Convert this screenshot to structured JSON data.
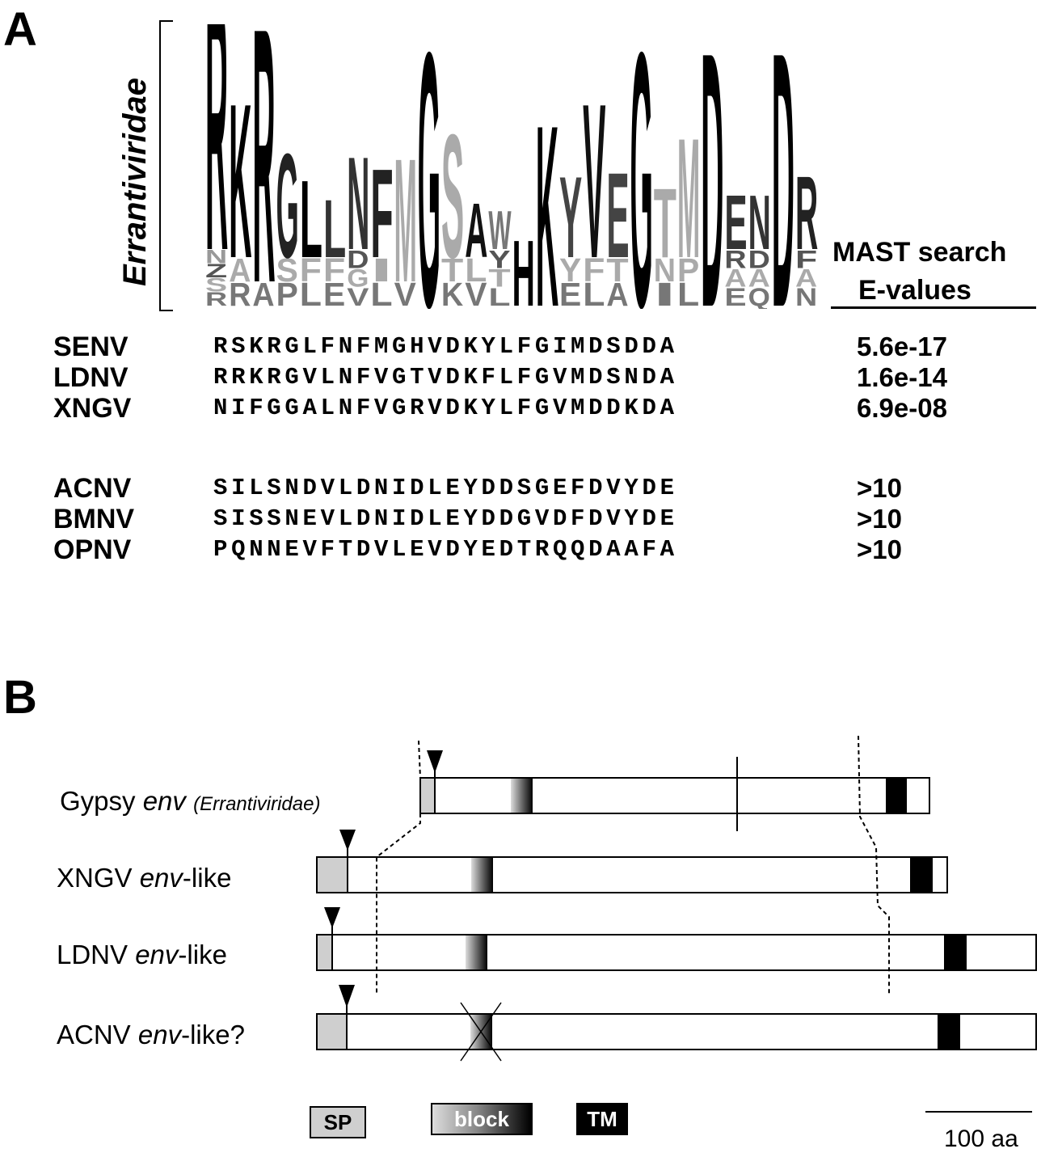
{
  "panel_a": {
    "letter": "A",
    "logo_label": "Errantiviridae",
    "logo_columns": [
      {
        "main": "R",
        "minor": [
          "N",
          "Z",
          "S",
          "R"
        ]
      },
      {
        "main": "K",
        "minor": [
          "A",
          "R"
        ]
      },
      {
        "main": "R",
        "minor": [
          "A"
        ]
      },
      {
        "main": "G",
        "minor": [
          "S",
          "P"
        ]
      },
      {
        "main": "L",
        "minor": [
          "F",
          "L"
        ]
      },
      {
        "main": "L",
        "minor": [
          "F",
          "E"
        ]
      },
      {
        "main": "N",
        "minor": [
          "D",
          "G",
          "V"
        ]
      },
      {
        "main": "F",
        "minor": [
          "I",
          "L"
        ]
      },
      {
        "main": "M",
        "minor": [
          "V"
        ]
      },
      {
        "main": "G",
        "minor": []
      },
      {
        "main": "S",
        "minor": [
          "T",
          "K"
        ]
      },
      {
        "main": "A",
        "minor": [
          "L",
          "V"
        ]
      },
      {
        "main": "W",
        "minor": [
          "Y",
          "T",
          "L"
        ]
      },
      {
        "main": "H",
        "minor": []
      },
      {
        "main": "K",
        "minor": []
      },
      {
        "main": "Y",
        "minor": [
          "Y",
          "E"
        ]
      },
      {
        "main": "V",
        "minor": [
          "F",
          "L"
        ]
      },
      {
        "main": "E",
        "minor": [
          "T",
          "A"
        ]
      },
      {
        "main": "G",
        "minor": []
      },
      {
        "main": "T",
        "minor": [
          "N",
          "I"
        ]
      },
      {
        "main": "M",
        "minor": [
          "P",
          "L"
        ]
      },
      {
        "main": "D",
        "minor": []
      },
      {
        "main": "E",
        "minor": [
          "R",
          "A",
          "E"
        ]
      },
      {
        "main": "N",
        "minor": [
          "D",
          "A",
          "Q"
        ]
      },
      {
        "main": "D",
        "minor": []
      },
      {
        "main": "R",
        "minor": [
          "F",
          "A",
          "N"
        ]
      }
    ],
    "mast_header": [
      "MAST search",
      "E-values"
    ],
    "rows_group1": [
      {
        "name": "SENV",
        "seq": "RSKRGLFNFMGHVDKYLFGIMDSDDA",
        "evalue": "5.6e-17"
      },
      {
        "name": "LDNV",
        "seq": "RRKRGVLNFVGTVDKFLFGVMDSNDA",
        "evalue": "1.6e-14"
      },
      {
        "name": "XNGV",
        "seq": "NIFGGALNFVGRVDKYLFGVMDDKDA",
        "evalue": "6.9e-08"
      }
    ],
    "rows_group2": [
      {
        "name": "ACNV",
        "seq": "SILSNDVLDNIDLEYDDSGEFDVYDE",
        "evalue": ">10"
      },
      {
        "name": "BMNV",
        "seq": "SISSNEVLDNIDLEYDDGVDFDVYDE",
        "evalue": ">10"
      },
      {
        "name": "OPNV",
        "seq": "PQNNEVFTDVLEVDYEDTRQQDAAFA",
        "evalue": ">10"
      }
    ]
  },
  "panel_b": {
    "letter": "B",
    "tracks": [
      {
        "label_pre": "Gypsy ",
        "label_em": "env",
        "label_post": " ",
        "label_small": "(Errantiviridae)"
      },
      {
        "label_pre": "XNGV ",
        "label_em": "env",
        "label_post": "-like",
        "label_small": ""
      },
      {
        "label_pre": "LDNV ",
        "label_em": "env",
        "label_post": "-like",
        "label_small": ""
      },
      {
        "label_pre": "ACNV ",
        "label_em": "env",
        "label_post": "-like?",
        "label_small": ""
      }
    ],
    "legend": {
      "sp": "SP",
      "block": "block",
      "tm": "TM"
    },
    "scale_label": "100 aa"
  }
}
